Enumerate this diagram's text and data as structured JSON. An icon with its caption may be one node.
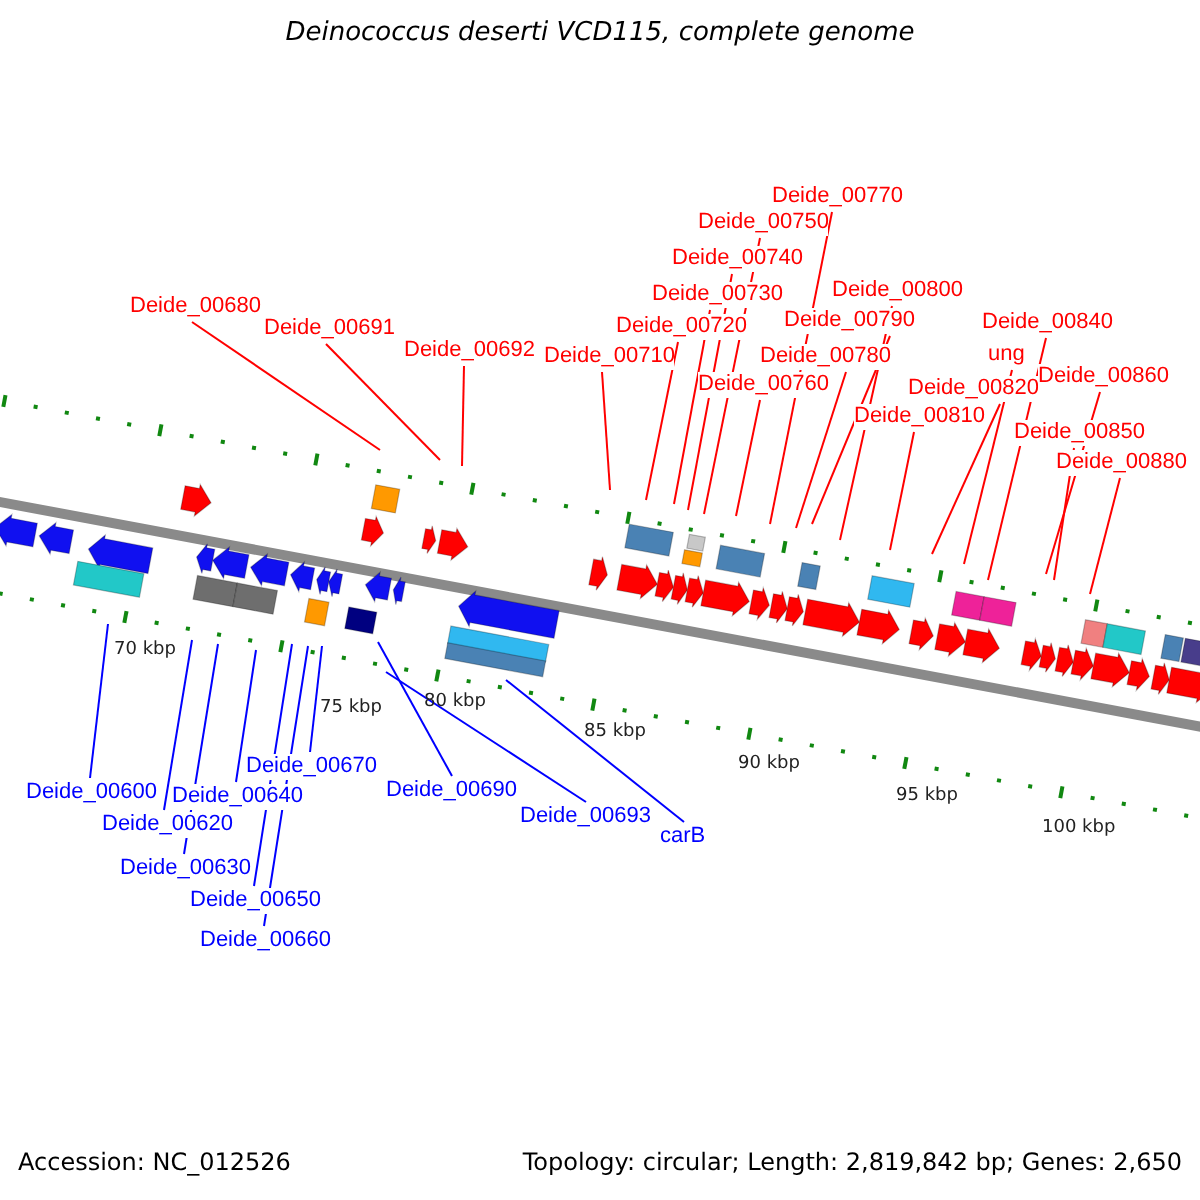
{
  "diagram": {
    "title": "Deinococcus deserti VCD115, complete genome",
    "nodes": [
      {
        "text": [
          "Deide_00680"
        ]
      },
      {
        "text": [
          "Deide_00691"
        ]
      },
      {
        "text": [
          "Deide_00692"
        ]
      },
      {
        "text": [
          "Deide_00710"
        ]
      },
      {
        "text": [
          "Deide_00720"
        ]
      },
      {
        "text": [
          "Deide_00730"
        ]
      },
      {
        "text": [
          "Deide_00740"
        ]
      },
      {
        "text": [
          "Deide_00750"
        ]
      },
      {
        "text": [
          "Deide_00770"
        ]
      },
      {
        "text": [
          "Deide_00760"
        ]
      },
      {
        "text": [
          "Deide_00780"
        ]
      },
      {
        "text": [
          "Deide_00790"
        ]
      },
      {
        "text": [
          "Deide_00800"
        ]
      },
      {
        "text": [
          "Deide_00810"
        ]
      },
      {
        "text": [
          "Deide_00820"
        ]
      },
      {
        "text": [
          "ung"
        ]
      },
      {
        "text": [
          "Deide_00840"
        ]
      },
      {
        "text": [
          "Deide_00850"
        ]
      },
      {
        "text": [
          "Deide_00860"
        ]
      },
      {
        "text": [
          "Deide_00880"
        ]
      },
      {
        "text": [
          "Deide_00600"
        ]
      },
      {
        "text": [
          "Deide_00620"
        ]
      },
      {
        "text": [
          "Deide_00630"
        ]
      },
      {
        "text": [
          "Deide_00640"
        ]
      },
      {
        "text": [
          "Deide_00650"
        ]
      },
      {
        "text": [
          "Deide_00660"
        ]
      },
      {
        "text": [
          "Deide_00670"
        ]
      },
      {
        "text": [
          "Deide_00690"
        ]
      },
      {
        "text": [
          "Deide_00693"
        ]
      },
      {
        "text": [
          "carB"
        ]
      }
    ],
    "edges": [
      {
        "from": 0,
        "to": null,
        "arrow": "none"
      },
      {
        "from": 1,
        "to": null,
        "arrow": "none"
      },
      {
        "from": 2,
        "to": null,
        "arrow": "none"
      },
      {
        "from": 3,
        "to": null,
        "arrow": "none"
      },
      {
        "from": 4,
        "to": null,
        "arrow": "none"
      },
      {
        "from": 5,
        "to": null,
        "arrow": "none"
      },
      {
        "from": 6,
        "to": null,
        "arrow": "none"
      },
      {
        "from": 7,
        "to": null,
        "arrow": "none"
      },
      {
        "from": 8,
        "to": null,
        "arrow": "none"
      },
      {
        "from": 9,
        "to": null,
        "arrow": "none"
      },
      {
        "from": 10,
        "to": null,
        "arrow": "none"
      },
      {
        "from": 11,
        "to": null,
        "arrow": "none"
      },
      {
        "from": 12,
        "to": null,
        "arrow": "none"
      },
      {
        "from": 13,
        "to": null,
        "arrow": "none"
      },
      {
        "from": 14,
        "to": null,
        "arrow": "none"
      },
      {
        "from": 15,
        "to": null,
        "arrow": "none"
      },
      {
        "from": 16,
        "to": null,
        "arrow": "none"
      },
      {
        "from": 17,
        "to": null,
        "arrow": "none"
      },
      {
        "from": 18,
        "to": null,
        "arrow": "none"
      },
      {
        "from": 19,
        "to": null,
        "arrow": "none"
      },
      {
        "from": 20,
        "to": null,
        "arrow": "none",
        "color": "#0000ff"
      },
      {
        "from": 21,
        "to": null,
        "arrow": "none",
        "color": "#0000ff"
      },
      {
        "from": 22,
        "to": null,
        "arrow": "none",
        "color": "#0000ff"
      },
      {
        "from": 23,
        "to": null,
        "arrow": "none",
        "color": "#0000ff"
      },
      {
        "from": 24,
        "to": null,
        "arrow": "none",
        "color": "#0000ff"
      },
      {
        "from": 25,
        "to": null,
        "arrow": "none",
        "color": "#0000ff"
      },
      {
        "from": 26,
        "to": null,
        "arrow": "none",
        "color": "#0000ff"
      },
      {
        "from": 27,
        "to": null,
        "arrow": "none",
        "color": "#0000ff"
      },
      {
        "from": 28,
        "to": null,
        "arrow": "none",
        "color": "#0000ff"
      },
      {
        "from": 29,
        "to": null,
        "arrow": "none",
        "color": "#0000ff"
      }
    ],
    "labels": [
      "70 kbp",
      "75 kbp",
      "80 kbp",
      "85 kbp",
      "90 kbp",
      "95 kbp",
      "100 kbp",
      "Accession: NC_012526",
      "Topology: circular; Length: 2,819,842 bp; Genes: 2,650"
    ]
  }
}
